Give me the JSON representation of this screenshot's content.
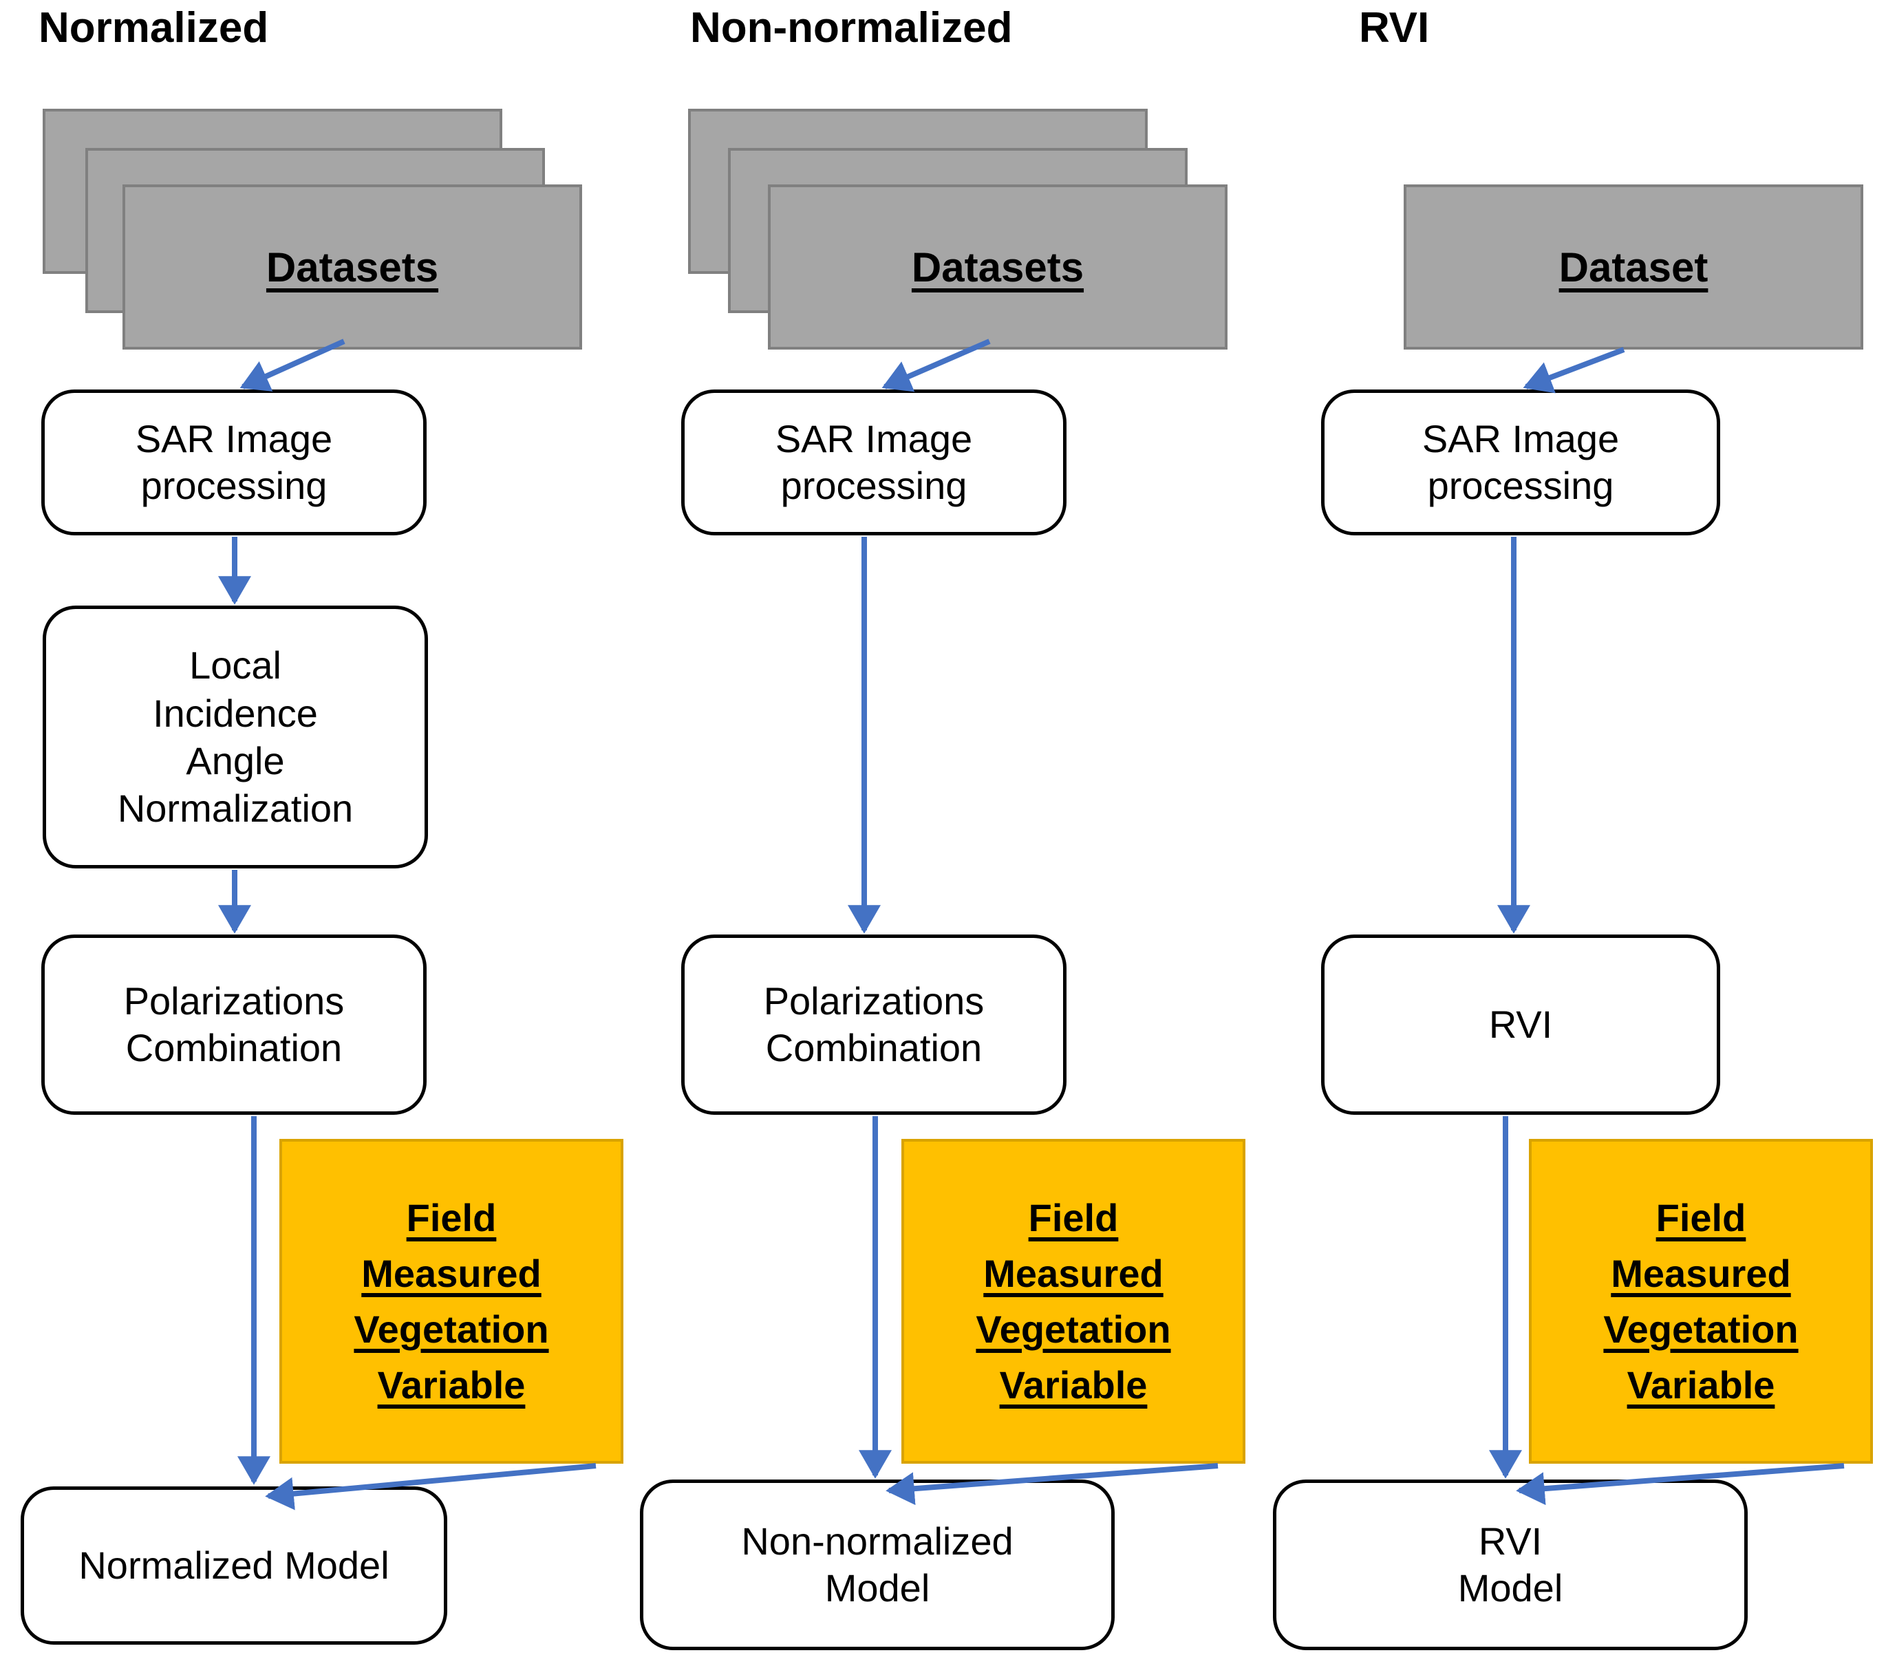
{
  "diagram": {
    "title_row": [
      {
        "label": "Normalized"
      },
      {
        "label": "Non-normalized"
      },
      {
        "label": "RVI"
      }
    ],
    "colors": {
      "dataset_fill": "#A6A6A6",
      "dataset_border": "#808080",
      "process_border": "#000000",
      "process_fill": "#FFFFFF",
      "field_fill": "#FFC000",
      "field_border": "#D9A300",
      "arrow": "#4472C4",
      "text": "#000000",
      "background": "#FFFFFF"
    },
    "columns": [
      {
        "name": "normalized",
        "header": "Normalized",
        "dataset": {
          "label": "Datasets",
          "stacked": true,
          "card_count": 3
        },
        "steps": [
          {
            "id": "sar",
            "label": "SAR Image\nprocessing"
          },
          {
            "id": "lia",
            "label": "Local\nIncidence\nAngle\nNormalization"
          },
          {
            "id": "pol",
            "label": "Polarizations\nCombination"
          }
        ],
        "field_box": {
          "lines": [
            "Field",
            "Measured",
            "Vegetation",
            "Variable"
          ]
        },
        "model": {
          "label": "Normalized Model"
        }
      },
      {
        "name": "non-normalized",
        "header": "Non-normalized",
        "dataset": {
          "label": "Datasets",
          "stacked": true,
          "card_count": 3
        },
        "steps": [
          {
            "id": "sar",
            "label": "SAR Image\nprocessing"
          },
          {
            "id": "pol",
            "label": "Polarizations\nCombination"
          }
        ],
        "field_box": {
          "lines": [
            "Field",
            "Measured",
            "Vegetation",
            "Variable"
          ]
        },
        "model": {
          "label": "Non-normalized\nModel"
        }
      },
      {
        "name": "rvi",
        "header": "RVI",
        "dataset": {
          "label": "Dataset",
          "stacked": false,
          "card_count": 1
        },
        "steps": [
          {
            "id": "sar",
            "label": "SAR Image\nprocessing"
          },
          {
            "id": "rvi",
            "label": "RVI"
          }
        ],
        "field_box": {
          "lines": [
            "Field",
            "Measured",
            "Vegetation",
            "Variable"
          ]
        },
        "model": {
          "label": "RVI\nModel"
        }
      }
    ],
    "labels": {
      "c1_header": "Normalized",
      "c2_header": "Non-normalized",
      "c3_header": "RVI",
      "c1_dataset": "Datasets",
      "c2_dataset": "Datasets",
      "c3_dataset": "Dataset",
      "c1_sar_l1": "SAR Image",
      "c1_sar_l2": "processing",
      "c2_sar_l1": "SAR Image",
      "c2_sar_l2": "processing",
      "c3_sar_l1": "SAR Image",
      "c3_sar_l2": "processing",
      "c1_lia_l1": "Local",
      "c1_lia_l2": "Incidence",
      "c1_lia_l3": "Angle",
      "c1_lia_l4": "Normalization",
      "c1_pol_l1": "Polarizations",
      "c1_pol_l2": "Combination",
      "c2_pol_l1": "Polarizations",
      "c2_pol_l2": "Combination",
      "c3_rvi": "RVI",
      "field_l1": "Field",
      "field_l2": "Measured",
      "field_l3": "Vegetation",
      "field_l4": "Variable",
      "c1_model": "Normalized Model",
      "c2_model_l1": "Non-normalized",
      "c2_model_l2": "Model",
      "c3_model_l1": "RVI",
      "c3_model_l2": "Model"
    }
  }
}
